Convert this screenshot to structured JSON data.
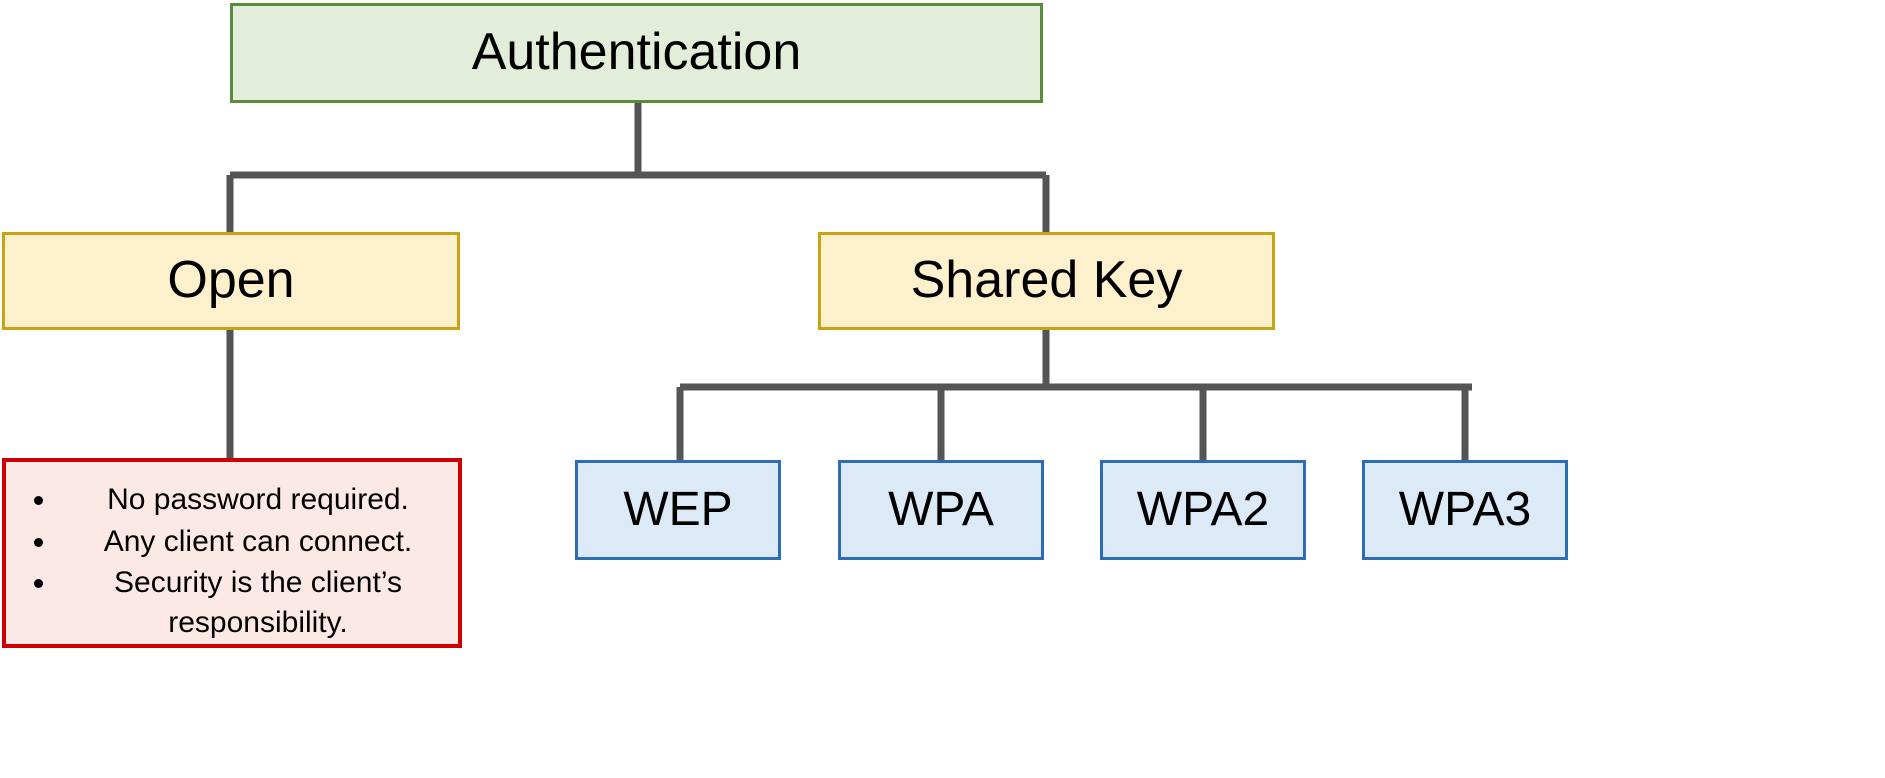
{
  "diagram": {
    "title": "Authentication",
    "root": {
      "label": "Authentication",
      "fill": "#e3eeda",
      "stroke": "#5a8a3c"
    },
    "level2": [
      {
        "id": "open",
        "label": "Open",
        "fill": "#fdf0cd",
        "stroke": "#c8a315"
      },
      {
        "id": "shared-key",
        "label": "Shared Key",
        "fill": "#fdf0cd",
        "stroke": "#c8a315"
      }
    ],
    "leaves": [
      {
        "id": "wep",
        "label": "WEP",
        "fill": "#dce9f7",
        "stroke": "#2e6db4"
      },
      {
        "id": "wpa",
        "label": "WPA",
        "fill": "#dce9f7",
        "stroke": "#2e6db4"
      },
      {
        "id": "wpa2",
        "label": "WPA2",
        "fill": "#dce9f7",
        "stroke": "#2e6db4"
      },
      {
        "id": "wpa3",
        "label": "WPA3",
        "fill": "#dce9f7",
        "stroke": "#2e6db4"
      }
    ],
    "note": {
      "fill": "#fce9e5",
      "stroke": "#cc0000",
      "bullets": [
        "No password required.",
        "Any client can connect.",
        "Security is the client’s responsibility."
      ]
    },
    "connector_color": "#555555",
    "background": "#ffffff"
  }
}
